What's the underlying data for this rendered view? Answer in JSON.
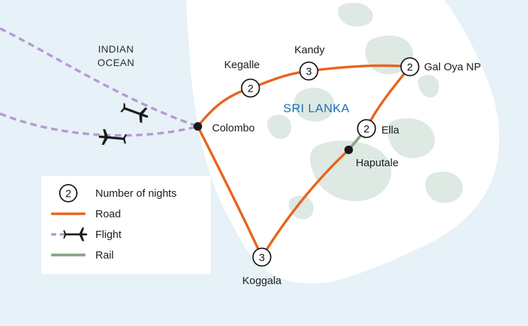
{
  "ocean_label": [
    "INDIAN",
    "OCEAN"
  ],
  "country_label": "SRI LANKA",
  "places": {
    "kegalle": "Kegalle",
    "kandy": "Kandy",
    "gal_oya": "Gal Oya NP",
    "colombo": "Colombo",
    "ella": "Ella",
    "haputale": "Haputale",
    "koggala": "Koggala"
  },
  "nights": {
    "kegalle": "2",
    "kandy": "3",
    "gal_oya": "2",
    "ella": "2",
    "koggala": "3"
  },
  "legend": {
    "nights_sample": "2",
    "nights_label": "Number of nights",
    "road_label": "Road",
    "flight_label": "Flight",
    "rail_label": "Rail"
  },
  "colors": {
    "sea": "#e6f1f8",
    "land": "#ffffff",
    "highland": "#dde9e2",
    "road": "#e8631e",
    "flight": "#b49ad1",
    "rail": "#8aa88a",
    "country_text": "#1f6fb4"
  }
}
